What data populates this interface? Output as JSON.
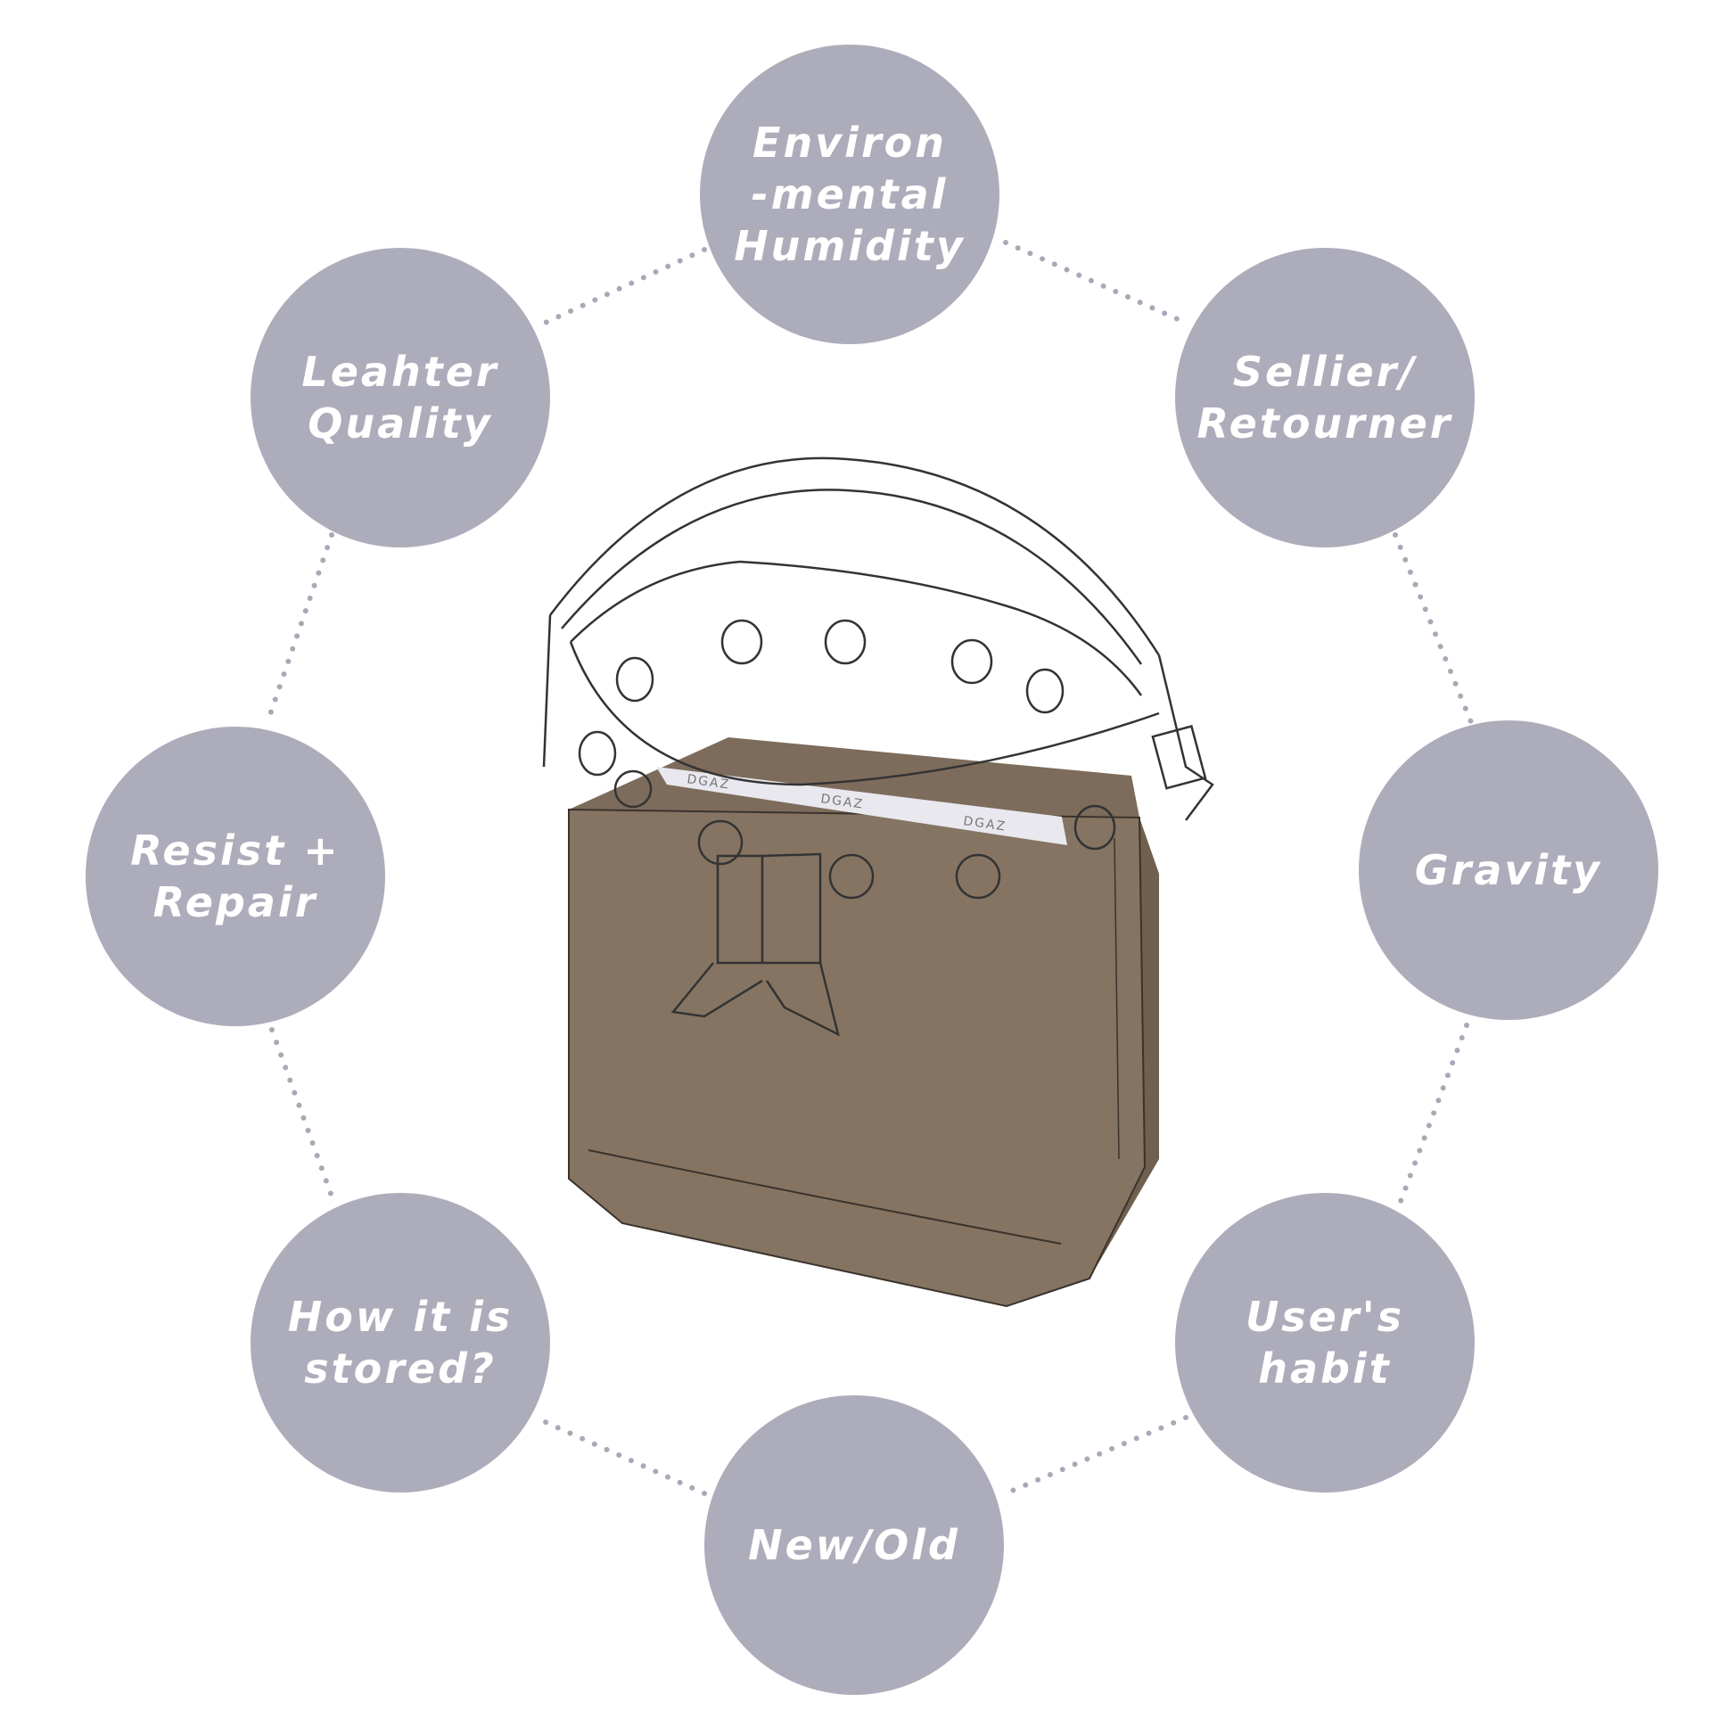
{
  "colors": {
    "circle": "#adacba",
    "dots": "#a9a8b6",
    "bag": "#827160",
    "band": "#e8e8ee"
  },
  "factors": [
    {
      "id": "humidity",
      "label": "Environ\n-mental\nHumidity"
    },
    {
      "id": "sellier",
      "label": "Sellier/\nRetourner"
    },
    {
      "id": "gravity",
      "label": "Gravity"
    },
    {
      "id": "habit",
      "label": "User's\nhabit"
    },
    {
      "id": "new-old",
      "label": "New/Old"
    },
    {
      "id": "stored",
      "label": "How it is\nstored?"
    },
    {
      "id": "repair",
      "label": "Resist +\nRepair"
    },
    {
      "id": "leather",
      "label": "Leahter\nQuality"
    }
  ],
  "bag": {
    "band_text": "DGAZ"
  }
}
